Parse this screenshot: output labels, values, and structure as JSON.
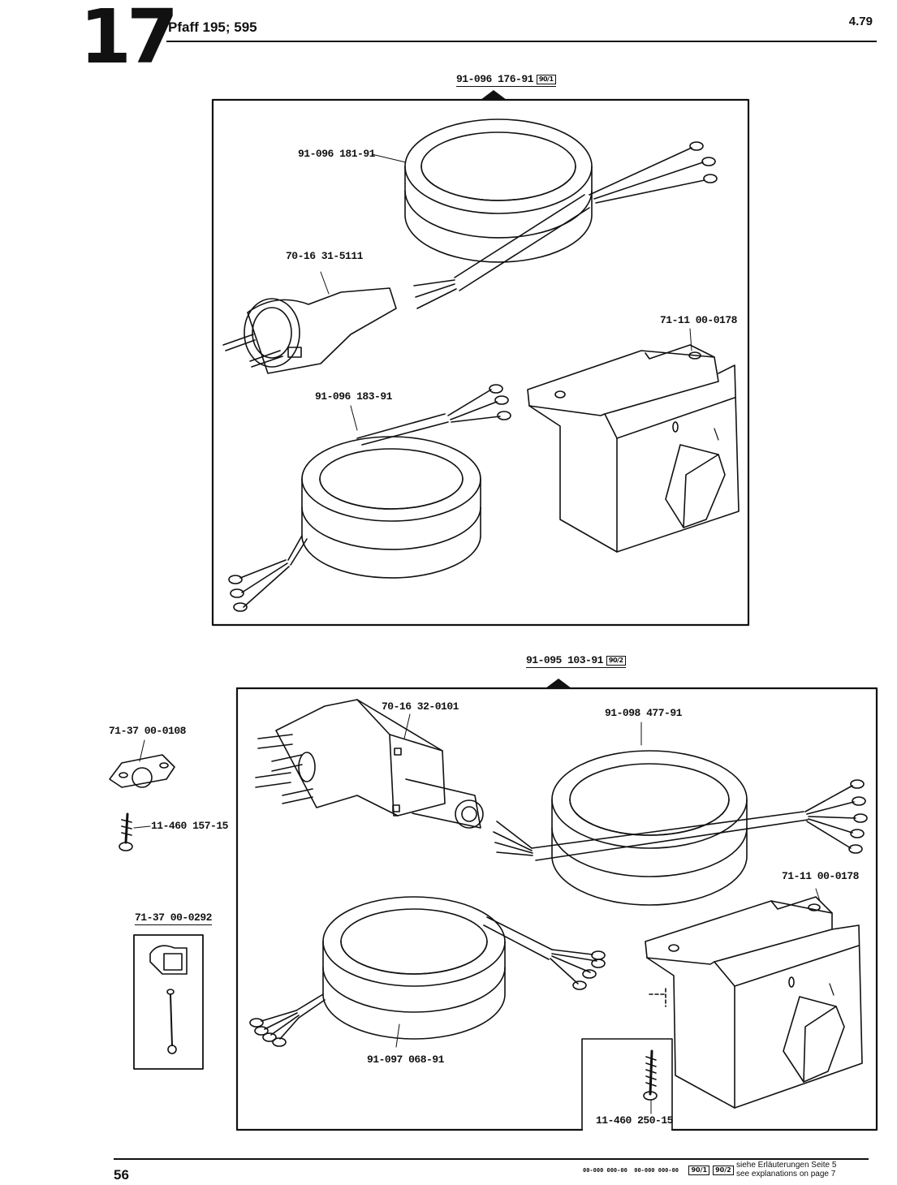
{
  "header": {
    "section_number": "17",
    "model": "Pfaff 195; 595",
    "date": "4.79"
  },
  "assembly_top": {
    "part_number": "91-096 176-91",
    "badge": "90/1",
    "parts": {
      "cable_upper": "91-096 181-91",
      "plug": "70-16 31-5111",
      "switch": "71-11 00-0178",
      "cable_lower": "91-096 183-91"
    }
  },
  "assembly_bottom": {
    "part_number": "91-095 103-91",
    "badge": "90/2",
    "parts": {
      "plug": "70-16 32-0101",
      "cable_upper": "91-098 477-91",
      "switch": "71-11 00-0178",
      "cable_lower": "91-097 068-91",
      "screw": "11-460 250-15"
    }
  },
  "loose_parts": {
    "clamp": "71-37 00-0108",
    "screw": "11-460 157-15",
    "clip_box_title": "71-37 00-0292"
  },
  "footer": {
    "page_number": "56",
    "code_a": "00-000 000-00",
    "code_b": "00-000 000-00",
    "badge_a": "90/1",
    "badge_b": "90/2",
    "note_de": "siehe Erläuterungen Seite 5",
    "note_en": "see explanations on page 7"
  }
}
